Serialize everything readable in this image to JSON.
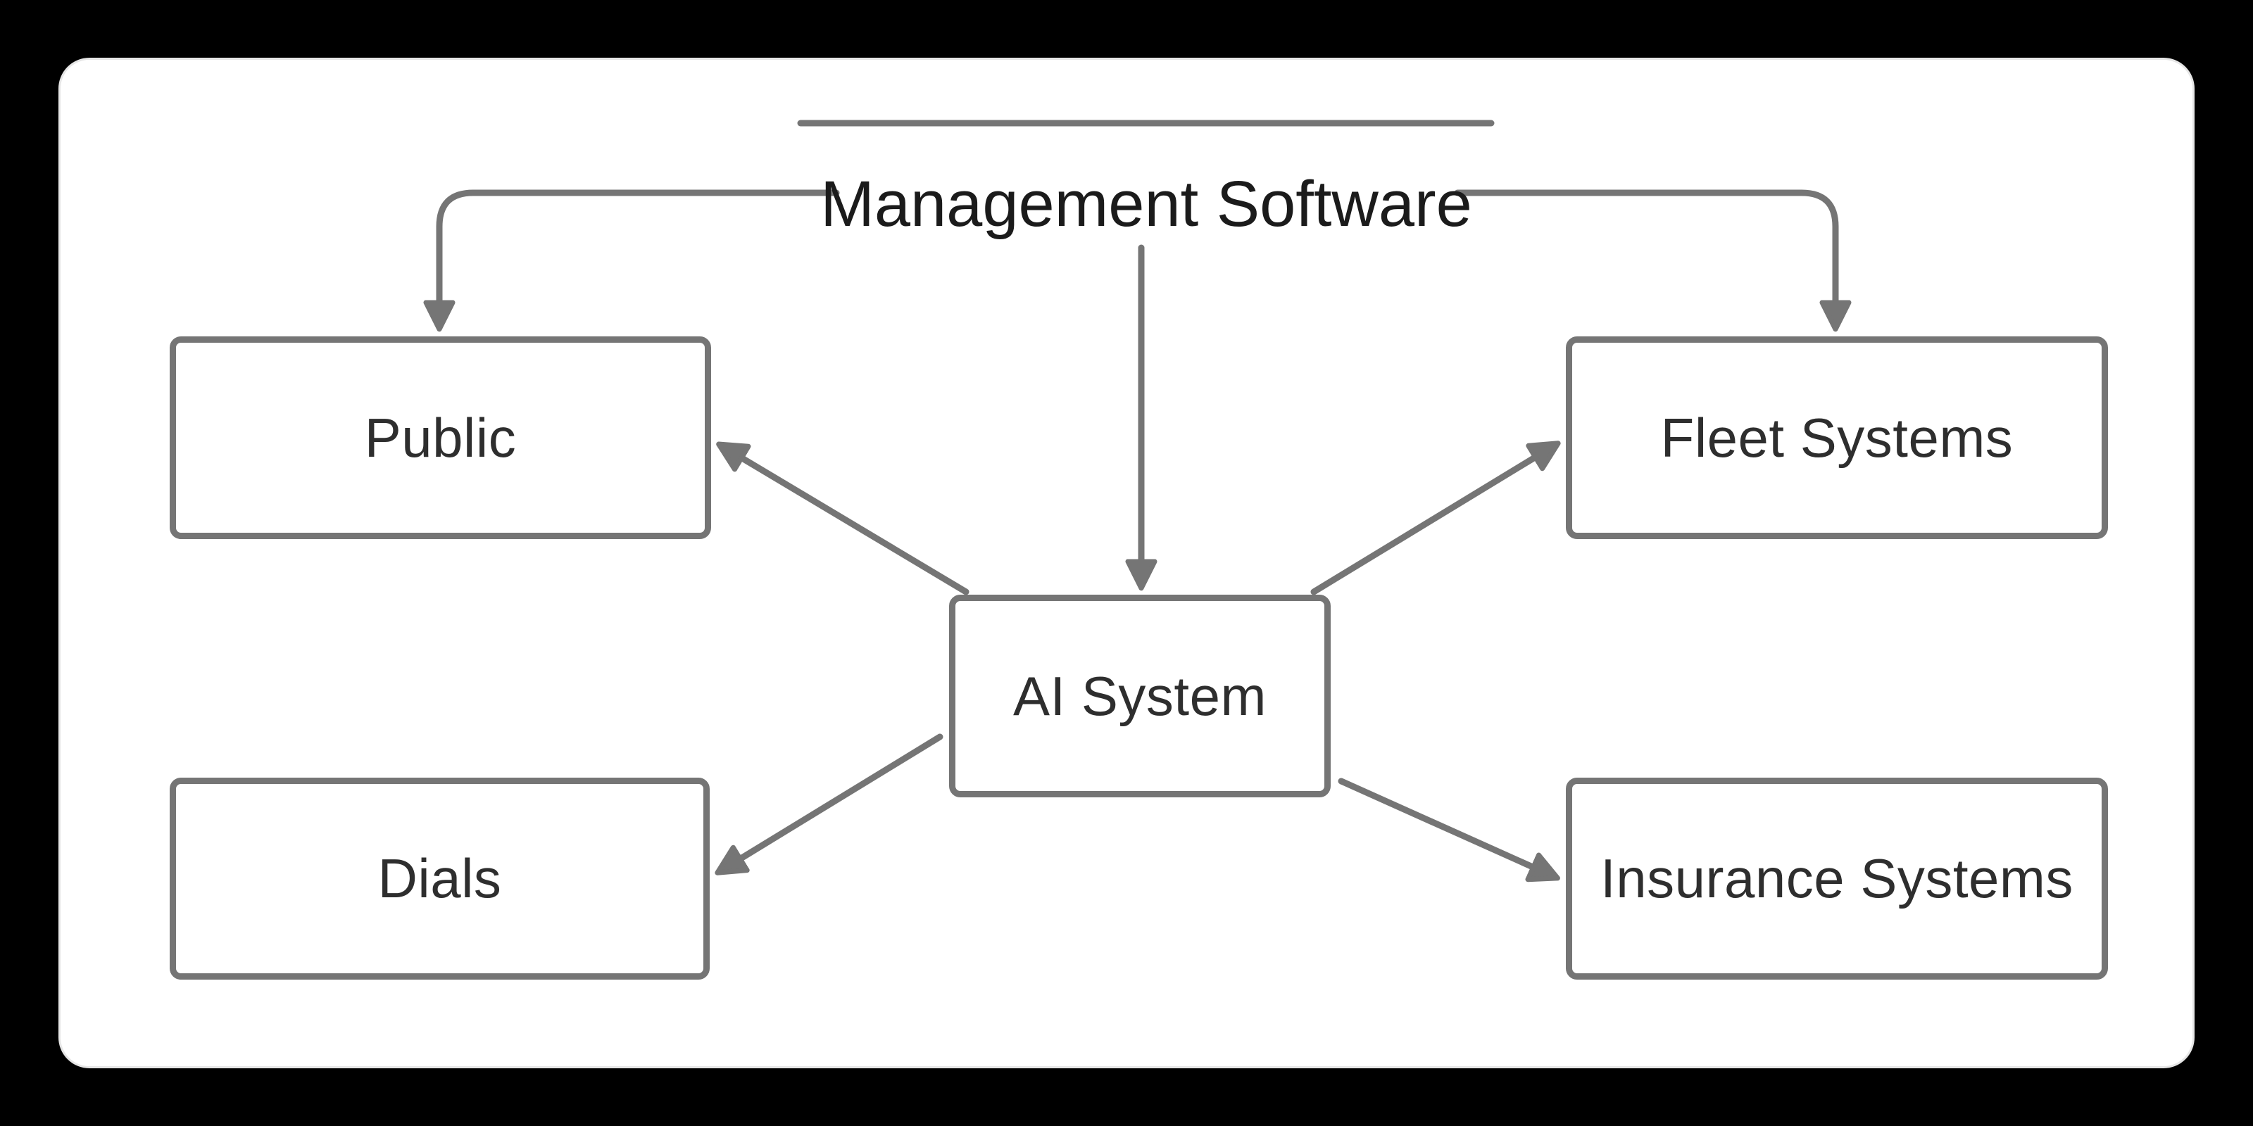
{
  "diagram": {
    "title": "Management Software",
    "nodes": [
      {
        "id": "public",
        "label": "Public"
      },
      {
        "id": "fleet",
        "label": "Fleet Systems"
      },
      {
        "id": "ai",
        "label": "AI System"
      },
      {
        "id": "dials",
        "label": "Dials"
      },
      {
        "id": "insurance",
        "label": "Insurance Systems"
      }
    ],
    "edges": [
      {
        "from": "management-software",
        "to": "public",
        "style": "elbow-arrow"
      },
      {
        "from": "management-software",
        "to": "ai",
        "style": "straight-arrow"
      },
      {
        "from": "management-software",
        "to": "fleet",
        "style": "elbow-arrow"
      },
      {
        "from": "ai",
        "to": "public",
        "style": "diagonal-arrow"
      },
      {
        "from": "ai",
        "to": "fleet",
        "style": "diagonal-arrow"
      },
      {
        "from": "ai",
        "to": "dials",
        "style": "diagonal-arrow"
      },
      {
        "from": "ai",
        "to": "insurance",
        "style": "diagonal-arrow"
      }
    ],
    "colors": {
      "page_bg": "#000000",
      "card_bg": "#ffffff",
      "line": "#757575",
      "node_border": "#757575",
      "title_text": "#1b1b1b",
      "label_text": "#2e2e2e"
    }
  }
}
